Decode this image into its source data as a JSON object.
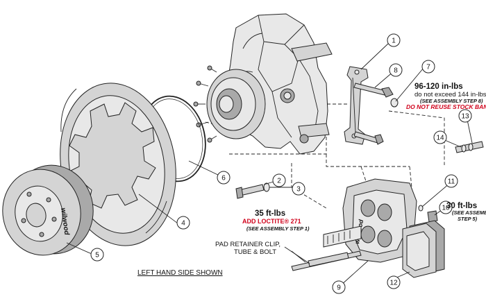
{
  "callouts": [
    "1",
    "2",
    "3",
    "4",
    "5",
    "6",
    "7",
    "8",
    "9",
    "10",
    "11",
    "12",
    "13",
    "14"
  ],
  "notes": {
    "torque_banjo": "96-120 in-lbs",
    "torque_banjo_max": "do not exceed 144 in-lbs",
    "torque_banjo_step": "(SEE ASSEMBLY STEP 8)",
    "banjo_warning": "DO NOT REUSE STOCK BANJO BOLT",
    "torque_bracket": "35 ft-lbs",
    "loctite": "ADD LOCTITE® 271",
    "torque_bracket_step": "(SEE ASSEMBLY STEP 1)",
    "torque_bleeder": "30 ft-lbs",
    "torque_bleeder_step_1": "(SEE ASSEMBLY",
    "torque_bleeder_step_2": "STEP 5)",
    "pad_retainer_1": "PAD RETAINER CLIP,",
    "pad_retainer_2": "TUBE & BOLT",
    "side_shown": "LEFT HAND SIDE SHOWN"
  },
  "logo": "wilwood",
  "colors": {
    "warning": "#d0021b",
    "linework": "#222222",
    "part_fill": "#d4d4d4"
  }
}
